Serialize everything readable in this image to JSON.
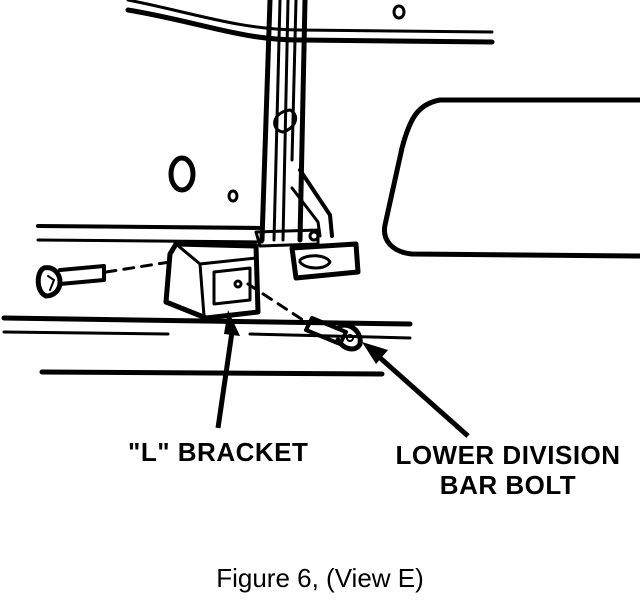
{
  "labels": {
    "l_bracket": "\"L\" BRACKET",
    "bolt_line1": "LOWER DIVISION",
    "bolt_line2": "BAR BOLT"
  },
  "caption": "Figure 6, (View E)",
  "colors": {
    "ink": "#000000",
    "paper": "#ffffff"
  }
}
